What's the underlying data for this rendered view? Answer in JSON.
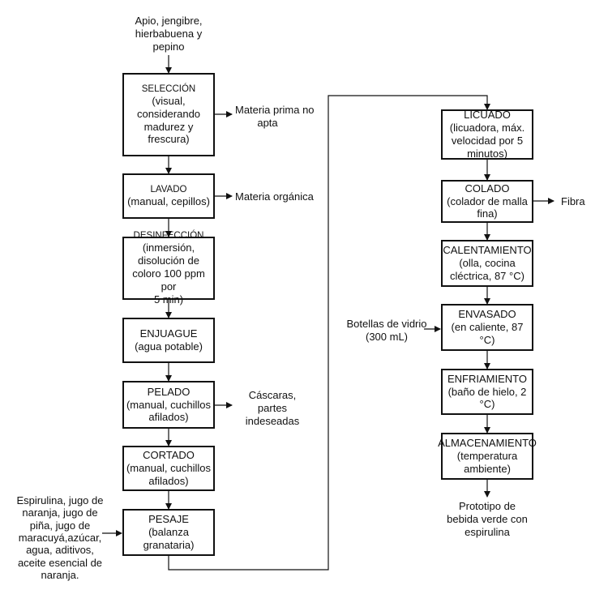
{
  "left_column": {
    "input_top": [
      "Apio, jengibre,",
      "hierbabuena y",
      "pepino"
    ],
    "steps": [
      {
        "title": "SELECCIÓN",
        "desc": [
          "(visual,",
          "considerando",
          "madurez y",
          "frescura)"
        ],
        "output": [
          "Materia prima no",
          "apta"
        ]
      },
      {
        "title": "LAVADO",
        "desc": [
          "(manual, cepillos)"
        ],
        "output": [
          "Materia orgánica"
        ]
      },
      {
        "title": "DESINFECCIÓN",
        "desc": [
          "(inmersión,",
          "disolución de",
          "coloro 100 ppm por",
          "5 min)"
        ]
      },
      {
        "title": "ENJUAGUE",
        "desc": [
          "(agua potable)"
        ]
      },
      {
        "title": "PELADO",
        "desc": [
          "(manual, cuchillos",
          "afilados)"
        ],
        "output": [
          "Cáscaras,",
          "partes",
          "indeseadas"
        ]
      },
      {
        "title": "CORTADO",
        "desc": [
          "(manual, cuchillos",
          "afilados)"
        ]
      },
      {
        "title": "PESAJE",
        "desc": [
          "(balanza",
          "granataria)"
        ],
        "input": [
          "Espirulina, jugo de",
          "naranja, jugo de",
          "piña, jugo de",
          "maracuyá,azúcar,",
          "agua, aditivos,",
          "aceite esencial de",
          "naranja."
        ]
      }
    ]
  },
  "right_column": {
    "steps": [
      {
        "title": "LICUADO",
        "desc": [
          "(licuadora, máx.",
          "velocidad por 5",
          "minutos)"
        ]
      },
      {
        "title": "COLADO",
        "desc": [
          "(colador de malla",
          "fina)"
        ],
        "output": [
          "Fibra"
        ]
      },
      {
        "title": "CALENTAMIENTO",
        "desc": [
          "(olla, cocina",
          "cléctrica, 87 °C)"
        ]
      },
      {
        "title": "ENVASADO",
        "desc": [
          "(en caliente, 87 °C)"
        ],
        "input": [
          "Botellas de vidrio",
          "(300 mL)"
        ]
      },
      {
        "title": "ENFRIAMIENTO",
        "desc": [
          "(baño de hielo, 2 °C)"
        ]
      },
      {
        "title": "ALMACENAMIENTO",
        "desc": [
          "(temperatura",
          "ambiente)"
        ]
      }
    ],
    "final_output": [
      "Prototipo de",
      "bebida verde con",
      "espirulina"
    ]
  }
}
